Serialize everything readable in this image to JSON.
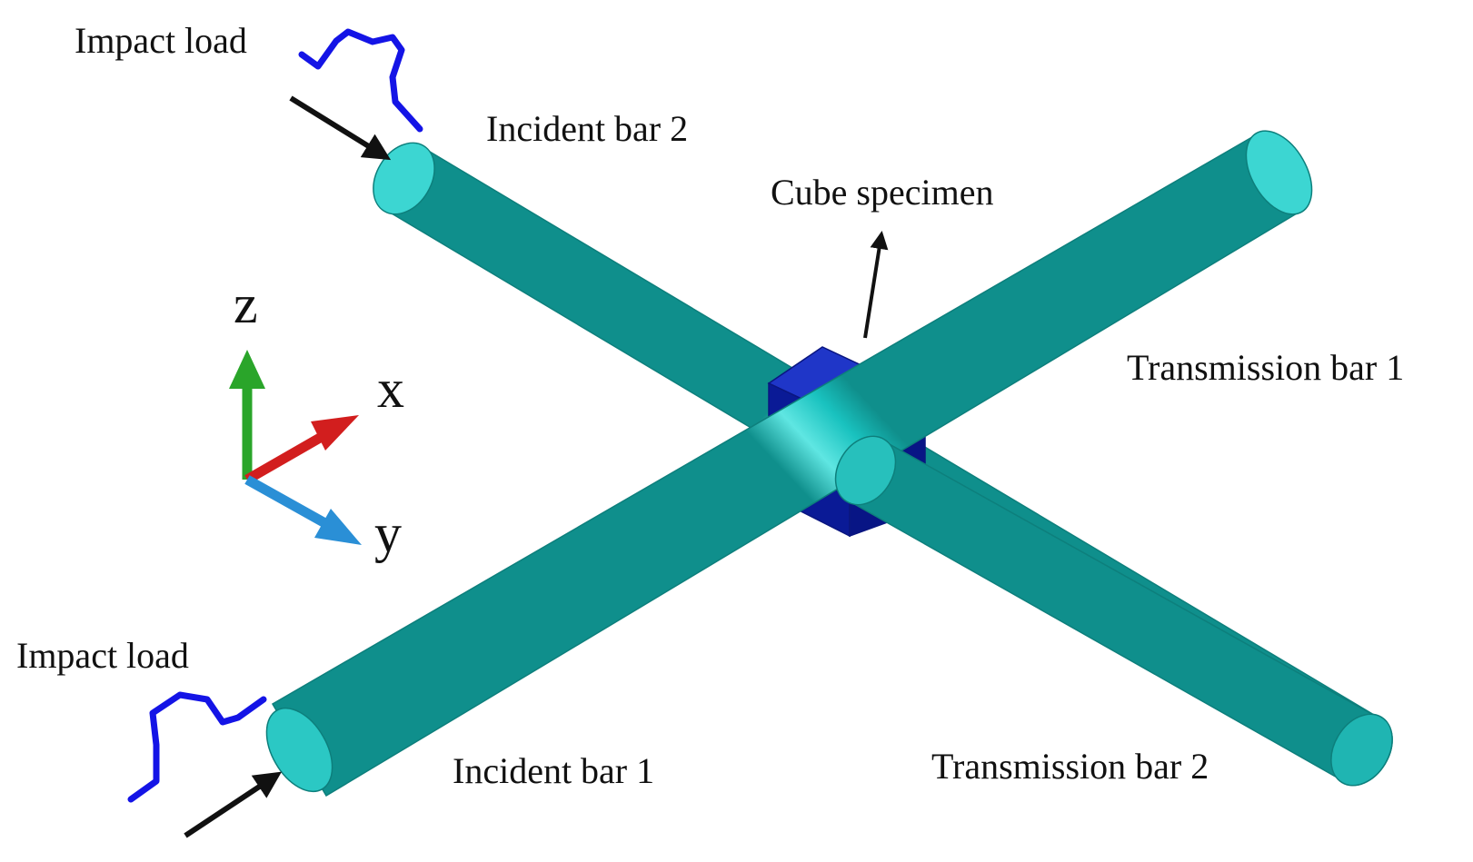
{
  "labels": {
    "impact_load_top": "Impact load",
    "impact_load_bottom": "Impact load",
    "incident_bar_2": "Incident bar 2",
    "incident_bar_1": "Incident bar 1",
    "cube_specimen": "Cube specimen",
    "transmission_bar_1": "Transmission bar 1",
    "transmission_bar_2": "Transmission bar 2"
  },
  "axes": {
    "z": "z",
    "x": "x",
    "y": "y"
  },
  "colors": {
    "bar": "#19c2bf",
    "bar_dark": "#0f8f8c",
    "bar_light": "#5fe6e2",
    "specimen": "#0b1fa8",
    "pulse": "#1414e6",
    "arrow": "#111111",
    "axis_z": "#2aa52a",
    "axis_x": "#d21e1e",
    "axis_y": "#2a8fd6"
  }
}
